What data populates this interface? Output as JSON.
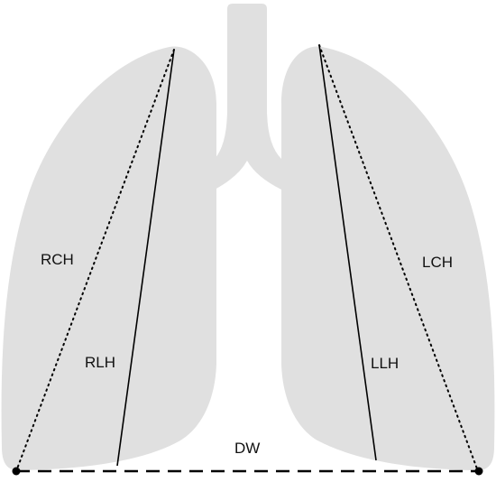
{
  "colors": {
    "lung_fill": "#e0e0e0",
    "line": "#000000",
    "background": "#ffffff"
  },
  "labels": {
    "rch": "RCH",
    "rlh": "RLH",
    "llh": "LLH",
    "lch": "LCH",
    "dw": "DW"
  }
}
